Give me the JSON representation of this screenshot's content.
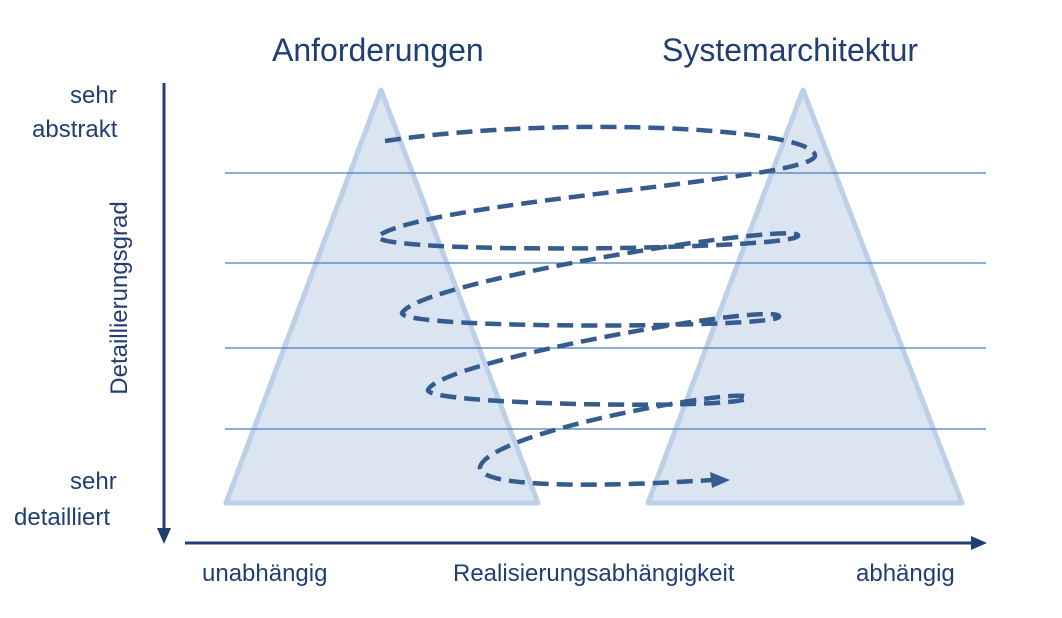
{
  "titles": {
    "left": "Anforderungen",
    "right": "Systemarchitektur"
  },
  "y_axis": {
    "label": "Detaillierungsgrad",
    "top": [
      "sehr",
      "abstrakt"
    ],
    "bottom": [
      "sehr",
      "detailliert"
    ]
  },
  "x_axis": {
    "label": "Realisierungsabhängigkeit",
    "left": "unabhängig",
    "right": "abhängig"
  },
  "colors": {
    "text": "#1f3f73",
    "triangle_fill": "#dbe4f1",
    "triangle_stroke": "#bcd0e8",
    "line": "#4a7cc0",
    "spiral": "#365c8d"
  }
}
